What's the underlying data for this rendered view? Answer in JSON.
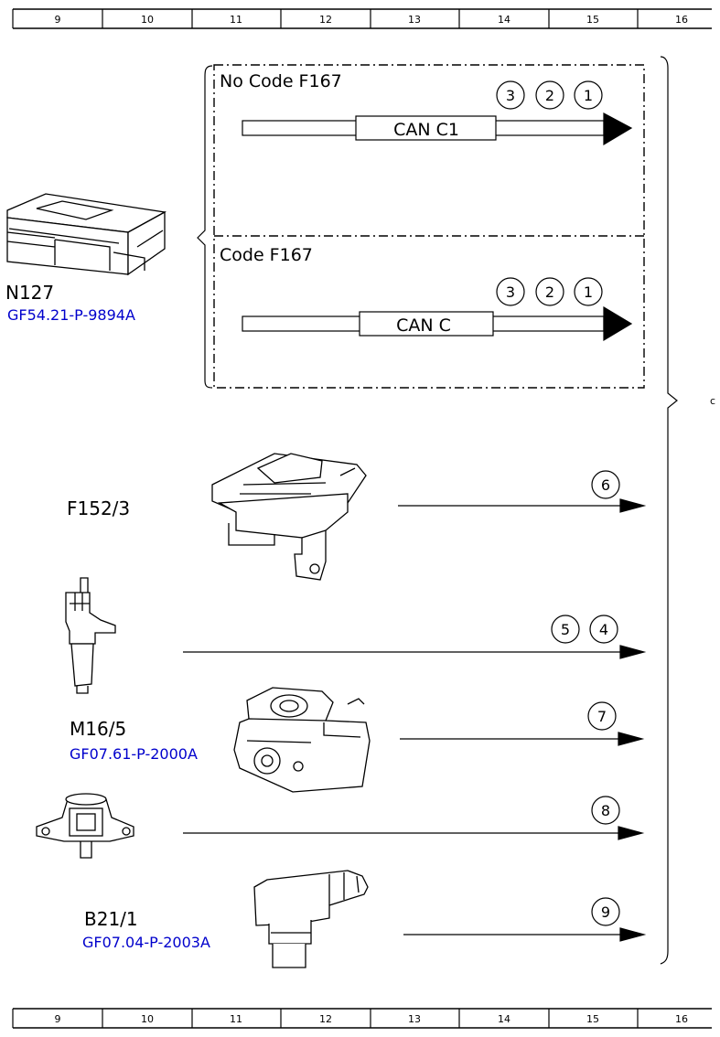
{
  "ruler": {
    "columns": [
      "9",
      "10",
      "11",
      "12",
      "13",
      "14",
      "15",
      "16"
    ]
  },
  "groups": {
    "no_code": {
      "title": "No Code F167",
      "bus": "CAN C1",
      "callouts": [
        "3",
        "2",
        "1"
      ]
    },
    "code": {
      "title": "Code F167",
      "bus": "CAN C",
      "callouts": [
        "3",
        "2",
        "1"
      ]
    }
  },
  "components": {
    "n127": {
      "name": "N127",
      "ref": "GF54.21-P-9894A"
    },
    "f152": {
      "name": "F152/3",
      "callouts": [
        "6"
      ]
    },
    "sensor_top": {
      "callouts": [
        "5",
        "4"
      ]
    },
    "m16": {
      "name": "M16/5",
      "ref": "GF07.61-P-2000A",
      "callouts": [
        "7"
      ]
    },
    "sensor_mid": {
      "callouts": [
        "8"
      ]
    },
    "b21": {
      "name": "B21/1",
      "ref": "GF07.04-P-2003A",
      "callouts": [
        "9"
      ]
    }
  }
}
